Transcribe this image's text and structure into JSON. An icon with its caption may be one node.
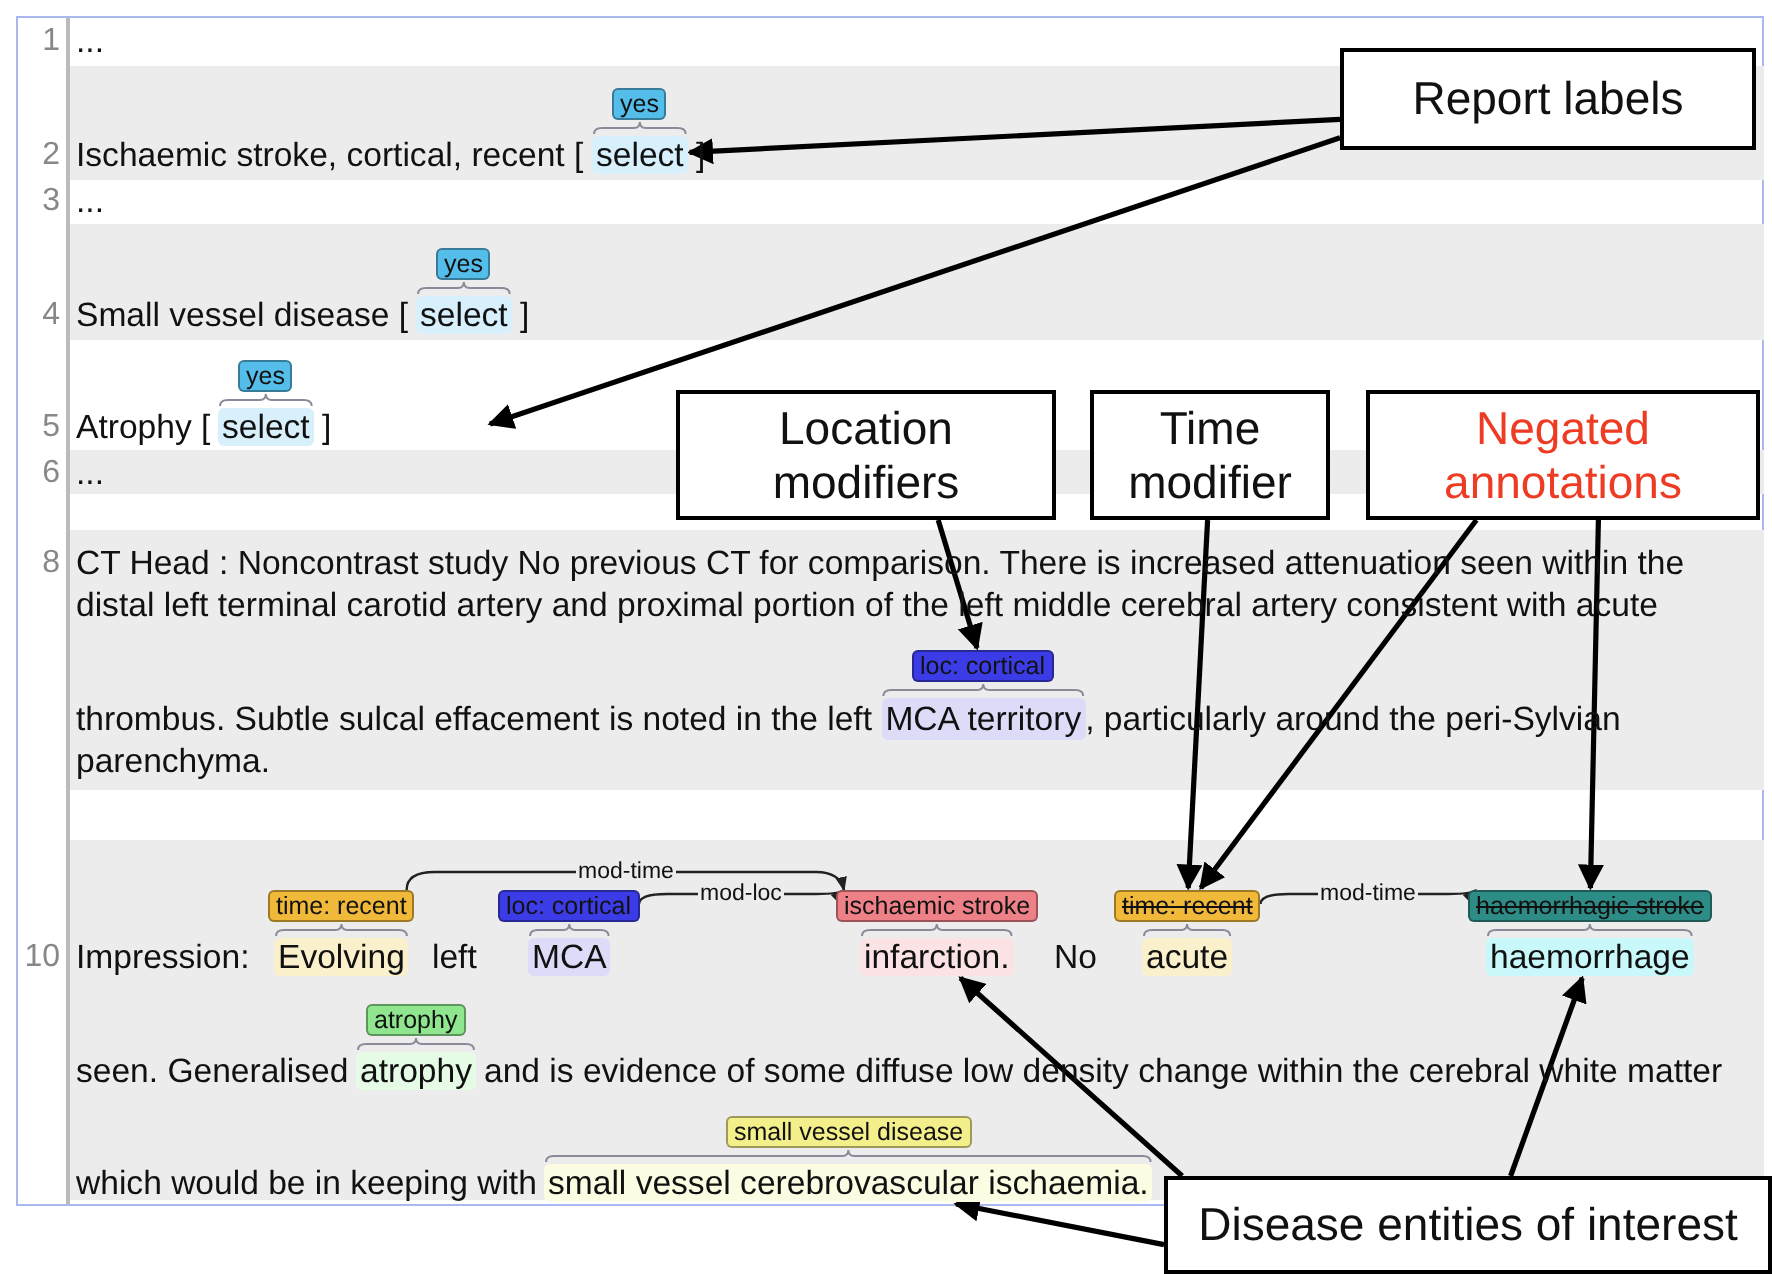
{
  "diagram": {
    "nodes": [
      {
        "text": [
          "Report labels"
        ]
      },
      {
        "text": [
          "yes"
        ]
      },
      {
        "text": [
          "select"
        ]
      },
      {
        "text": [
          "yes"
        ]
      },
      {
        "text": [
          "select"
        ]
      },
      {
        "text": [
          "yes"
        ]
      },
      {
        "text": [
          "select"
        ]
      },
      {
        "text": [
          "Location modifiers"
        ]
      },
      {
        "text": [
          "Time modifier"
        ]
      },
      {
        "text": [
          "Negated annotations"
        ]
      },
      {
        "text": [
          "loc: cortical"
        ]
      },
      {
        "text": [
          "MCA territory"
        ]
      },
      {
        "text": [
          "time: recent"
        ]
      },
      {
        "text": [
          "loc: cortical"
        ]
      },
      {
        "text": [
          "ischaemic stroke"
        ]
      },
      {
        "text": [
          "time: recent"
        ]
      },
      {
        "text": [
          "haemorrhagic stroke"
        ]
      },
      {
        "text": [
          "Evolving"
        ]
      },
      {
        "text": [
          "MCA"
        ]
      },
      {
        "text": [
          "infarction."
        ]
      },
      {
        "text": [
          "acute"
        ]
      },
      {
        "text": [
          "haemorrhage"
        ]
      },
      {
        "text": [
          "atrophy"
        ]
      },
      {
        "text": [
          "atrophy"
        ]
      },
      {
        "text": [
          "small vessel disease"
        ]
      },
      {
        "text": [
          "small vessel cerebrovascular ischaemia."
        ]
      },
      {
        "text": [
          "Disease entities of interest"
        ]
      }
    ],
    "edges": [
      {
        "from": 0,
        "to": 2,
        "arrow": "to"
      },
      {
        "from": 0,
        "to": null,
        "arrow": "to"
      },
      {
        "from": 7,
        "to": 10,
        "arrow": "to"
      },
      {
        "from": 8,
        "to": 15,
        "arrow": "to"
      },
      {
        "from": 9,
        "to": 15,
        "arrow": "to"
      },
      {
        "from": 9,
        "to": 16,
        "arrow": "to"
      },
      {
        "from": 26,
        "to": 19,
        "arrow": "to"
      },
      {
        "from": 26,
        "to": 21,
        "arrow": "to"
      },
      {
        "from": 26,
        "to": 25,
        "arrow": "to"
      },
      {
        "from": 12,
        "to": 14,
        "arrow": "to",
        "label": "mod-time"
      },
      {
        "from": 13,
        "to": 14,
        "arrow": "to",
        "label": "mod-loc"
      },
      {
        "from": 15,
        "to": 16,
        "arrow": "to",
        "label": "mod-time"
      }
    ],
    "labels": [
      "1",
      "...",
      "2",
      "Ischaemic stroke, cortical, recent [",
      "]",
      "3",
      "...",
      "4",
      "Small vessel disease [",
      "]",
      "5",
      "Atrophy [",
      "]",
      "6",
      "...",
      "8",
      "CT Head : Noncontrast study No previous CT for comparison. There is increased attenuation seen within the distal left terminal carotid artery and proximal portion of the left middle cerebral artery consistent with acute thrombus. Subtle sulcal effacement is noted in the left",
      ", particularly around the peri-Sylvian parenchyma.",
      "10",
      "Impression:",
      "left",
      "No",
      "seen. Generalised",
      "and is evidence of some diffuse low density change within the cerebral white matter",
      "which would be in keeping with"
    ]
  }
}
